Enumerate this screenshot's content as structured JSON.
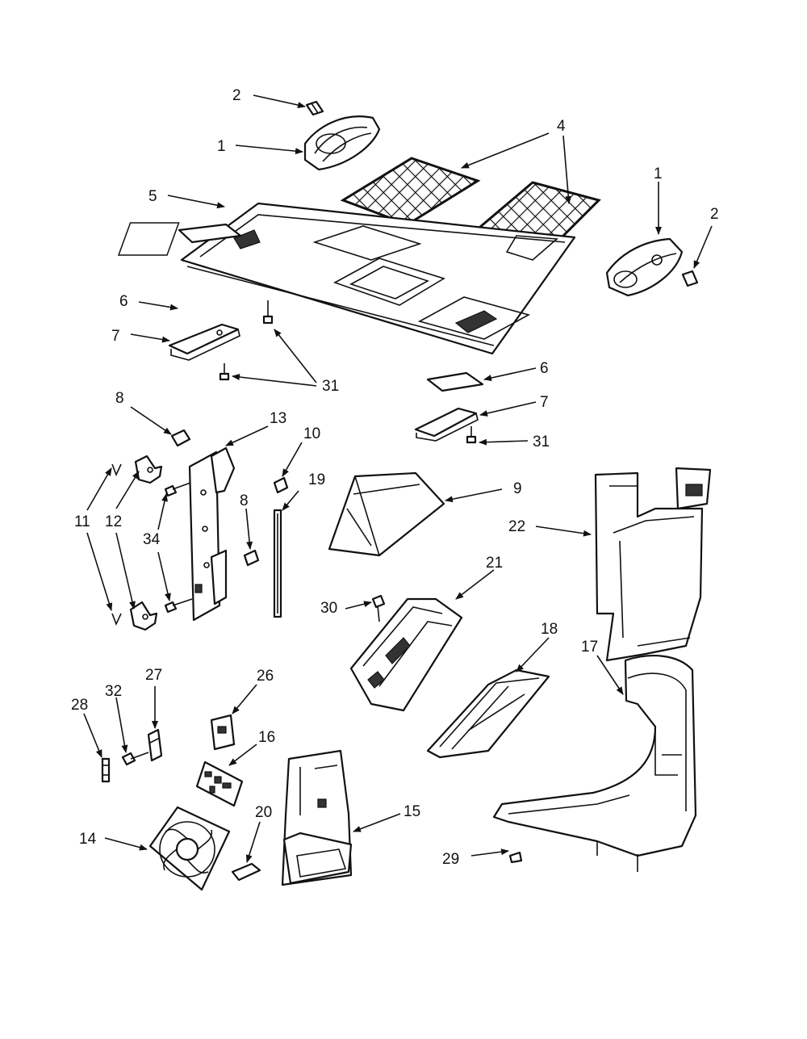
{
  "callouts": [
    {
      "id": "c2a",
      "text": "2"
    },
    {
      "id": "c1a",
      "text": "1"
    },
    {
      "id": "c4",
      "text": "4"
    },
    {
      "id": "c1b",
      "text": "1"
    },
    {
      "id": "c2b",
      "text": "2"
    },
    {
      "id": "c5",
      "text": "5"
    },
    {
      "id": "c6a",
      "text": "6"
    },
    {
      "id": "c7a",
      "text": "7"
    },
    {
      "id": "c31a",
      "text": "31"
    },
    {
      "id": "c6b",
      "text": "6"
    },
    {
      "id": "c7b",
      "text": "7"
    },
    {
      "id": "c31b",
      "text": "31"
    },
    {
      "id": "c8a",
      "text": "8"
    },
    {
      "id": "c13",
      "text": "13"
    },
    {
      "id": "c10",
      "text": "10"
    },
    {
      "id": "c19",
      "text": "19"
    },
    {
      "id": "c8b",
      "text": "8"
    },
    {
      "id": "c11",
      "text": "11"
    },
    {
      "id": "c12",
      "text": "12"
    },
    {
      "id": "c34",
      "text": "34"
    },
    {
      "id": "c9",
      "text": "9"
    },
    {
      "id": "c22",
      "text": "22"
    },
    {
      "id": "c30",
      "text": "30"
    },
    {
      "id": "c21",
      "text": "21"
    },
    {
      "id": "c18",
      "text": "18"
    },
    {
      "id": "c17",
      "text": "17"
    },
    {
      "id": "c27",
      "text": "27"
    },
    {
      "id": "c32",
      "text": "32"
    },
    {
      "id": "c28",
      "text": "28"
    },
    {
      "id": "c26",
      "text": "26"
    },
    {
      "id": "c16",
      "text": "16"
    },
    {
      "id": "c14",
      "text": "14"
    },
    {
      "id": "c20",
      "text": "20"
    },
    {
      "id": "c15",
      "text": "15"
    },
    {
      "id": "c29",
      "text": "29"
    }
  ]
}
